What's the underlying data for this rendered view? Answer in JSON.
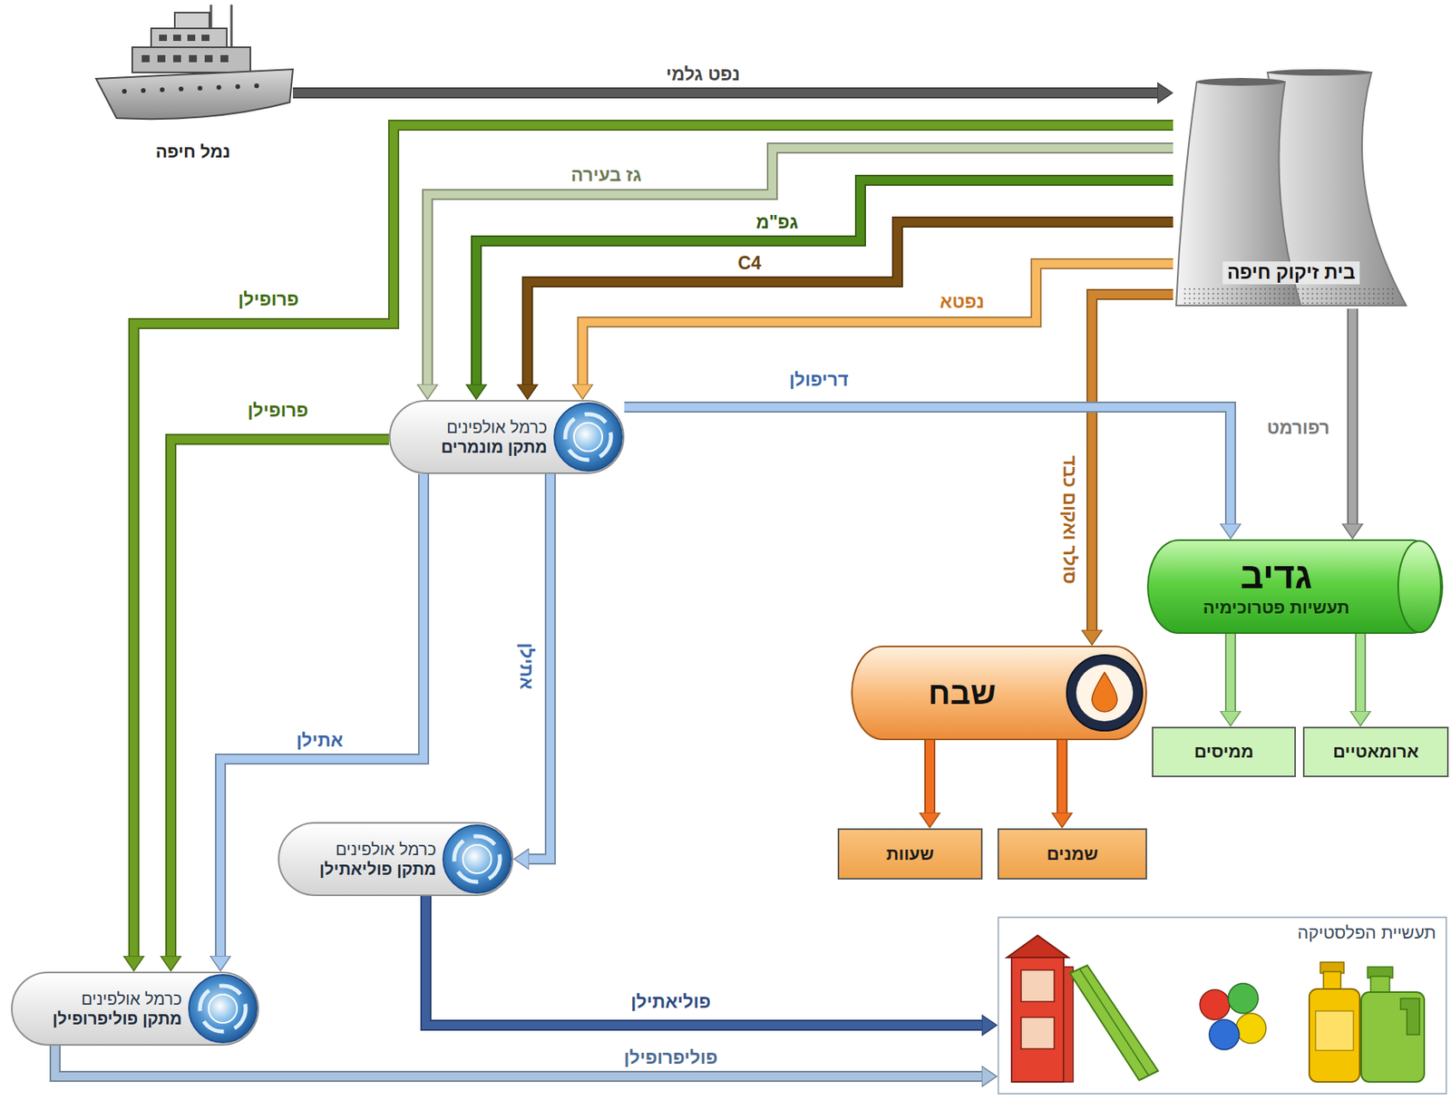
{
  "diagram": {
    "nodes": [
      {
        "text": [
          "בית זיקוק חיפה"
        ]
      },
      {
        "text": [
          "נמל חיפה"
        ]
      },
      {
        "text": [
          "כרמל אולפינים",
          "מתקן מונמרים"
        ]
      },
      {
        "text": [
          "גדיב",
          "תעשיות פטרוכימיה"
        ]
      },
      {
        "text": [
          "ארומאטיים"
        ]
      },
      {
        "text": [
          "ממיסים"
        ]
      },
      {
        "text": [
          "שבח"
        ]
      },
      {
        "text": [
          "שמנים"
        ]
      },
      {
        "text": [
          "שעוות"
        ]
      },
      {
        "text": [
          "כרמל אולפינים",
          "מתקן פוליאתילן"
        ]
      },
      {
        "text": [
          "תעשיית הפלסטיקה"
        ]
      },
      {
        "text": [
          "כרמל אולפינים",
          "מתקן פוליפרופילן"
        ]
      }
    ],
    "edges": [
      {
        "from": 1,
        "to": 0,
        "arrow": "to",
        "label": "נפט גלמי"
      },
      {
        "from": 0,
        "to": 11,
        "arrow": "to",
        "label": "פרופילן"
      },
      {
        "from": 0,
        "to": 2,
        "arrow": "to",
        "label": "גז בעירה"
      },
      {
        "from": 0,
        "to": 2,
        "arrow": "to",
        "label": "גפ\"מ"
      },
      {
        "from": 0,
        "to": 2,
        "arrow": "to",
        "label": "C4"
      },
      {
        "from": 0,
        "to": 2,
        "arrow": "to",
        "label": "נפטא"
      },
      {
        "from": 0,
        "to": 6,
        "arrow": "to",
        "label": "סולר ואקום כבד"
      },
      {
        "from": 0,
        "to": 3,
        "arrow": "to",
        "label": "רפורמט"
      },
      {
        "from": 2,
        "to": 3,
        "arrow": "to",
        "label": "דריפולן"
      },
      {
        "from": 2,
        "to": 11,
        "arrow": "to",
        "label": "פרופילן"
      },
      {
        "from": 2,
        "to": 11,
        "arrow": "to",
        "label": "אתילן"
      },
      {
        "from": 2,
        "to": 9,
        "arrow": "to",
        "label": "אתילן"
      },
      {
        "from": 9,
        "to": 10,
        "arrow": "to",
        "label": "פוליאתילן"
      },
      {
        "from": 11,
        "to": 10,
        "arrow": "to",
        "label": "פוליפרופילן"
      },
      {
        "from": 3,
        "to": 5,
        "arrow": "to"
      },
      {
        "from": 3,
        "to": 4,
        "arrow": "to"
      },
      {
        "from": 6,
        "to": 8,
        "arrow": "to"
      },
      {
        "from": 6,
        "to": 7,
        "arrow": "to"
      }
    ]
  }
}
